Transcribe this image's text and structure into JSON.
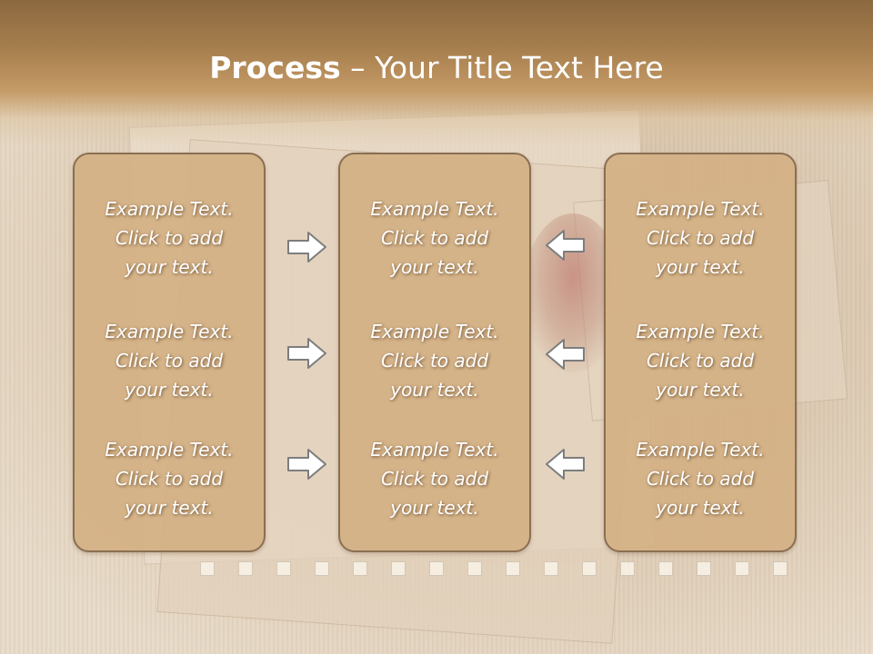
{
  "title": {
    "bold": "Process",
    "dash": " – ",
    "rest": "Your Title Text Here"
  },
  "columns": [
    {
      "items": [
        "Example Text.\nClick  to add\nyour text.",
        "Example Text.\nClick  to add\nyour text.",
        "Example Text.\nClick  to add\nyour text."
      ]
    },
    {
      "items": [
        "Example Text.\nClick  to add\nyour text.",
        "Example Text.\nClick  to add\nyour text.",
        "Example Text.\nClick  to add\nyour text."
      ]
    },
    {
      "items": [
        "Example Text.\nClick  to add\nyour text.",
        "Example Text.\nClick  to add\nyour text.",
        "Example Text.\nClick  to add\nyour text."
      ]
    }
  ],
  "arrows": {
    "left_group": "right-arrow-icon",
    "right_group": "left-arrow-icon"
  },
  "colors": {
    "title_bar": "#a8804f",
    "box_fill": "#d4b084",
    "box_border": "#8a6f52",
    "text": "#ffffff"
  }
}
